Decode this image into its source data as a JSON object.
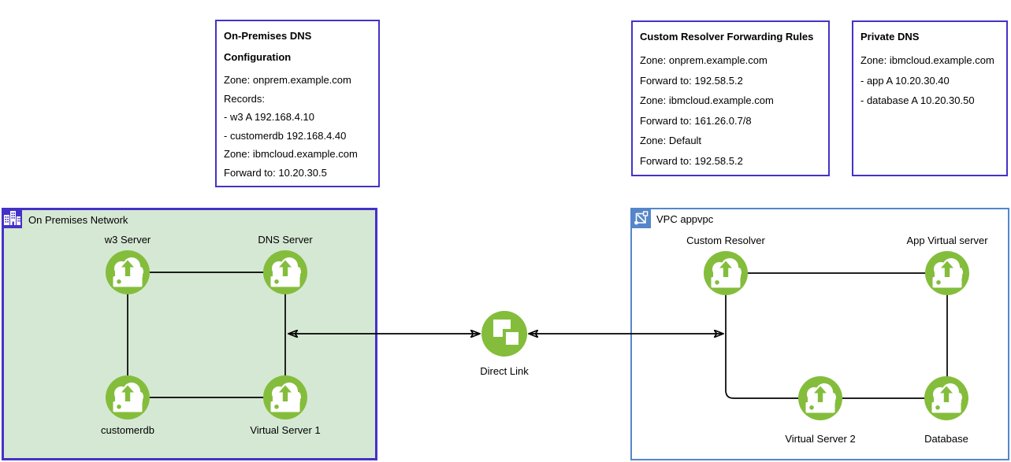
{
  "diagram": {
    "notes": {
      "onprem_dns": {
        "title": "On-Premises DNS Configuration",
        "lines": [
          "Zone: onprem.example.com",
          "Records:",
          "- w3 A 192.168.4.10",
          "- customerdb 192.168.4.40",
          "Zone: ibmcloud.example.com",
          "Forward to: 10.20.30.5"
        ]
      },
      "resolver_rules": {
        "title": "Custom Resolver Forwarding Rules",
        "lines": [
          "Zone: onprem.example.com",
          "Forward to: 192.58.5.2",
          "Zone: ibmcloud.example.com",
          "Forward to: 161.26.0.7/8",
          "Zone: Default",
          "Forward to: 192.58.5.2"
        ]
      },
      "private_dns": {
        "title": "Private DNS",
        "lines": [
          "Zone: ibmcloud.example.com",
          "- app A 10.20.30.40",
          "- database A 10.20.30.50"
        ]
      }
    },
    "containers": {
      "onprem": {
        "label": "On Premises Network"
      },
      "vpc": {
        "label": "VPC appvpc"
      }
    },
    "nodes": {
      "w3": {
        "label": "w3 Server"
      },
      "dns": {
        "label": "DNS Server"
      },
      "customerdb": {
        "label": "customerdb"
      },
      "vs1": {
        "label": "Virtual Server 1"
      },
      "direct_link": {
        "label": "Direct Link"
      },
      "custom_resolver": {
        "label": "Custom Resolver"
      },
      "app_vs": {
        "label": "App Virtual server"
      },
      "vs2": {
        "label": "Virtual Server 2"
      },
      "database": {
        "label": "Database"
      }
    },
    "edges": [
      {
        "from": "w3-server",
        "to": "dns-server",
        "arrows": "none"
      },
      {
        "from": "w3-server",
        "to": "customerdb",
        "arrows": "none"
      },
      {
        "from": "dns-server",
        "to": "virtual-server-1",
        "arrows": "none"
      },
      {
        "from": "customerdb",
        "to": "virtual-server-1",
        "arrows": "none"
      },
      {
        "from": "on-premises-network",
        "to": "direct-link",
        "arrows": "both"
      },
      {
        "from": "direct-link",
        "to": "vpc-appvpc",
        "arrows": "both"
      },
      {
        "from": "custom-resolver",
        "to": "app-virtual-server",
        "arrows": "none"
      },
      {
        "from": "custom-resolver",
        "to": "virtual-server-2",
        "arrows": "none"
      },
      {
        "from": "app-virtual-server",
        "to": "database",
        "arrows": "none"
      },
      {
        "from": "virtual-server-2",
        "to": "database",
        "arrows": "none"
      }
    ],
    "icons": {
      "onprem-network-icon": "white buildings on purple square",
      "vpc-icon": "white network-nodes glyph on blue square",
      "virtual-server-icon": "white cloud with up-arrow over server drawer in green circle",
      "direct-link-icon": "two overlapping white squares in green circle"
    },
    "colors": {
      "icon_green": "#84BD3C",
      "onprem_fill": "#D5E8D4",
      "purple_border": "#4432C6",
      "vpc_blue": "#5486C9",
      "edge": "#000000"
    }
  }
}
